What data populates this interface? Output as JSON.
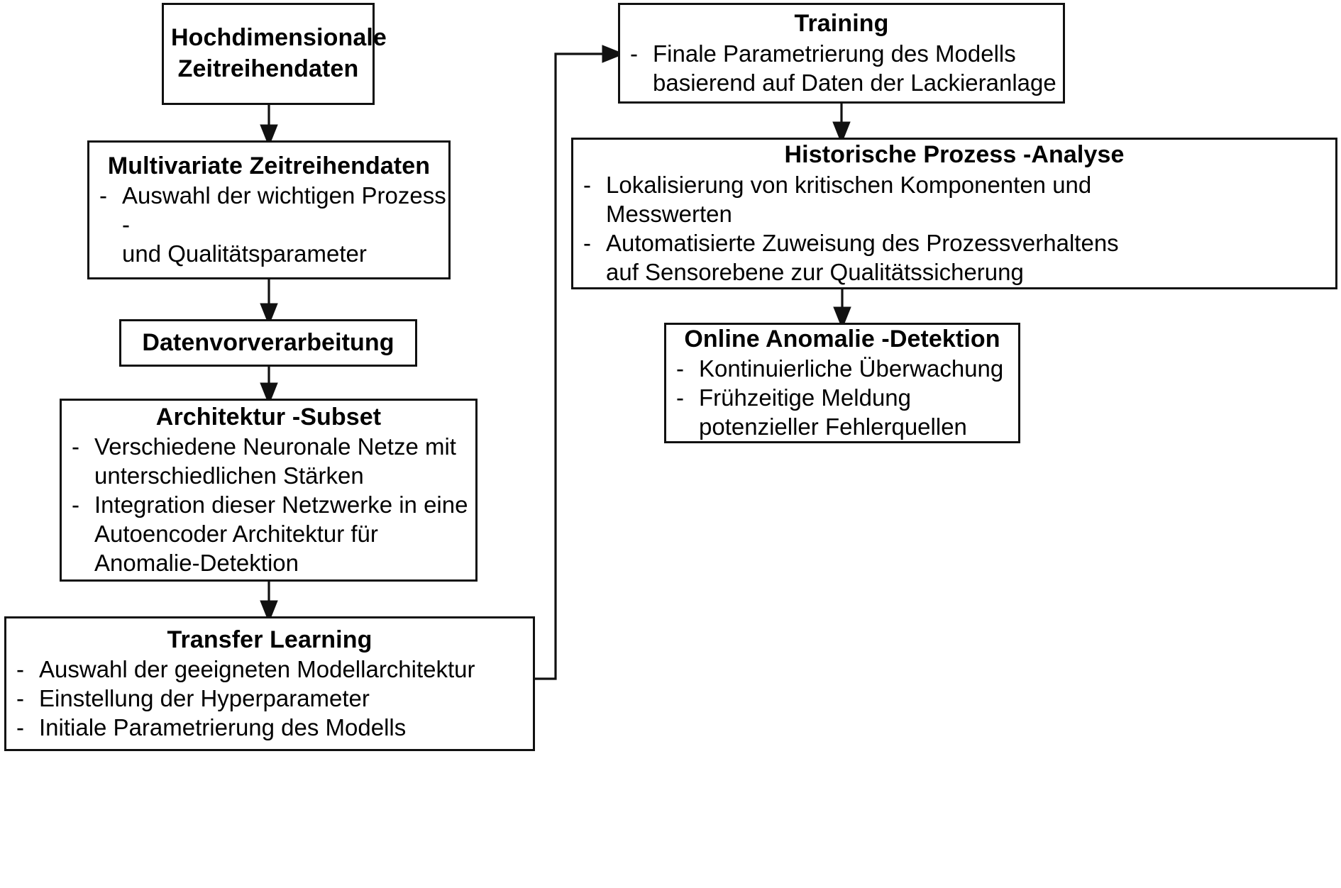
{
  "diagram": {
    "title": "Anomalie-Detektion Prozess-Flussdiagramm",
    "stroke_color": "#111111",
    "background_color": "#ffffff",
    "language": "de"
  },
  "nodes": {
    "hochdimensionale_zeitreihendaten": {
      "title": "Hochdimensionale\nZeitreihendaten",
      "bullets": []
    },
    "multivariate_zeitreihendaten": {
      "title": "Multivariate Zeitreihendaten",
      "bullets": [
        {
          "dash": "-",
          "text": "Auswahl der wichtigen Prozess -\nund Qualitätsparameter"
        }
      ]
    },
    "datenvorverarbeitung": {
      "title": "Datenvorverarbeitung",
      "bullets": []
    },
    "architektur_subset": {
      "title": "Architektur -Subset",
      "bullets": [
        {
          "dash": "-",
          "text": "Verschiedene Neuronale Netze mit\nunterschiedlichen Stärken"
        },
        {
          "dash": "-",
          "text": "Integration dieser Netzwerke in eine\nAutoencoder Architektur für\nAnomalie-Detektion"
        }
      ]
    },
    "transfer_learning": {
      "title": "Transfer Learning",
      "bullets": [
        {
          "dash": "-",
          "text": "Auswahl der geeigneten Modellarchitektur"
        },
        {
          "dash": "-",
          "text": "Einstellung der Hyperparameter"
        },
        {
          "dash": "-",
          "text": "Initiale Parametrierung des Modells"
        }
      ]
    },
    "training": {
      "title": "Training",
      "bullets": [
        {
          "dash": "-",
          "text": "Finale Parametrierung des Modells\nbasierend auf Daten der Lackieranlage"
        }
      ]
    },
    "historische_prozess_analyse": {
      "title": "Historische Prozess -Analyse",
      "bullets": [
        {
          "dash": "-",
          "text": "Lokalisierung von kritischen Komponenten und\nMesswerten"
        },
        {
          "dash": "-",
          "text": "Automatisierte Zuweisung des Prozessverhaltens\nauf Sensorebene zur Qualitätssicherung"
        }
      ]
    },
    "online_anomalie_detektion": {
      "title": "Online Anomalie -Detektion",
      "bullets": [
        {
          "dash": "-",
          "text": "Kontinuierliche Überwachung"
        },
        {
          "dash": "-",
          "text": "Frühzeitige Meldung\npotenzieller Fehlerquellen"
        }
      ]
    }
  },
  "edges": [
    {
      "from": "hochdimensionale_zeitreihendaten",
      "to": "multivariate_zeitreihendaten",
      "kind": "arrow-down"
    },
    {
      "from": "multivariate_zeitreihendaten",
      "to": "datenvorverarbeitung",
      "kind": "arrow-down"
    },
    {
      "from": "datenvorverarbeitung",
      "to": "architektur_subset",
      "kind": "arrow-down"
    },
    {
      "from": "architektur_subset",
      "to": "transfer_learning",
      "kind": "arrow-down"
    },
    {
      "from": "transfer_learning",
      "to": "training",
      "kind": "elbow-right-up"
    },
    {
      "from": "training",
      "to": "historische_prozess_analyse",
      "kind": "arrow-down"
    },
    {
      "from": "historische_prozess_analyse",
      "to": "online_anomalie_detektion",
      "kind": "arrow-down"
    }
  ]
}
